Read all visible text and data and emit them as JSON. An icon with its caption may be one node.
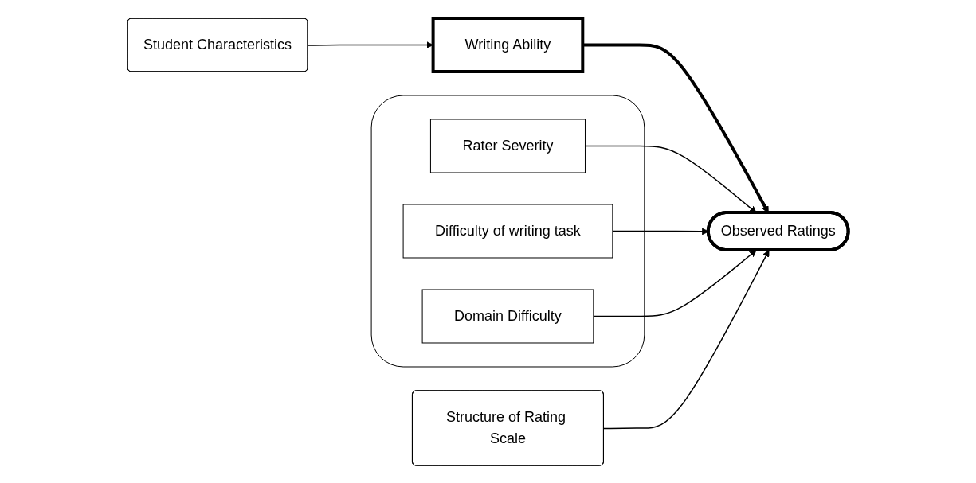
{
  "diagram": {
    "nodes": [
      {
        "text": [
          "Writing Ability"
        ]
      },
      {
        "text": [],
        "shape": "box"
      },
      {
        "text": [
          "Rater Severity"
        ],
        "in": 1
      },
      {
        "text": [
          "Difficulty of writing task"
        ],
        "in": 1
      },
      {
        "text": [
          "Domain Difficulty"
        ],
        "in": 1
      },
      {
        "text": [
          "Observed Ratings"
        ]
      },
      {
        "text": [
          "Student Characteristics"
        ]
      },
      {
        "text": [
          "Structure of Rating Scale"
        ]
      }
    ],
    "edges": [
      {
        "from": 0,
        "to": 5,
        "arrow": "to",
        "style": "thick"
      },
      {
        "from": 2,
        "to": 5,
        "arrow": "to"
      },
      {
        "from": 3,
        "to": 5,
        "arrow": "to"
      },
      {
        "from": 4,
        "to": 5,
        "arrow": "to"
      },
      {
        "from": 6,
        "to": 0,
        "arrow": "to"
      },
      {
        "from": 7,
        "to": 5,
        "arrow": "to"
      }
    ]
  }
}
